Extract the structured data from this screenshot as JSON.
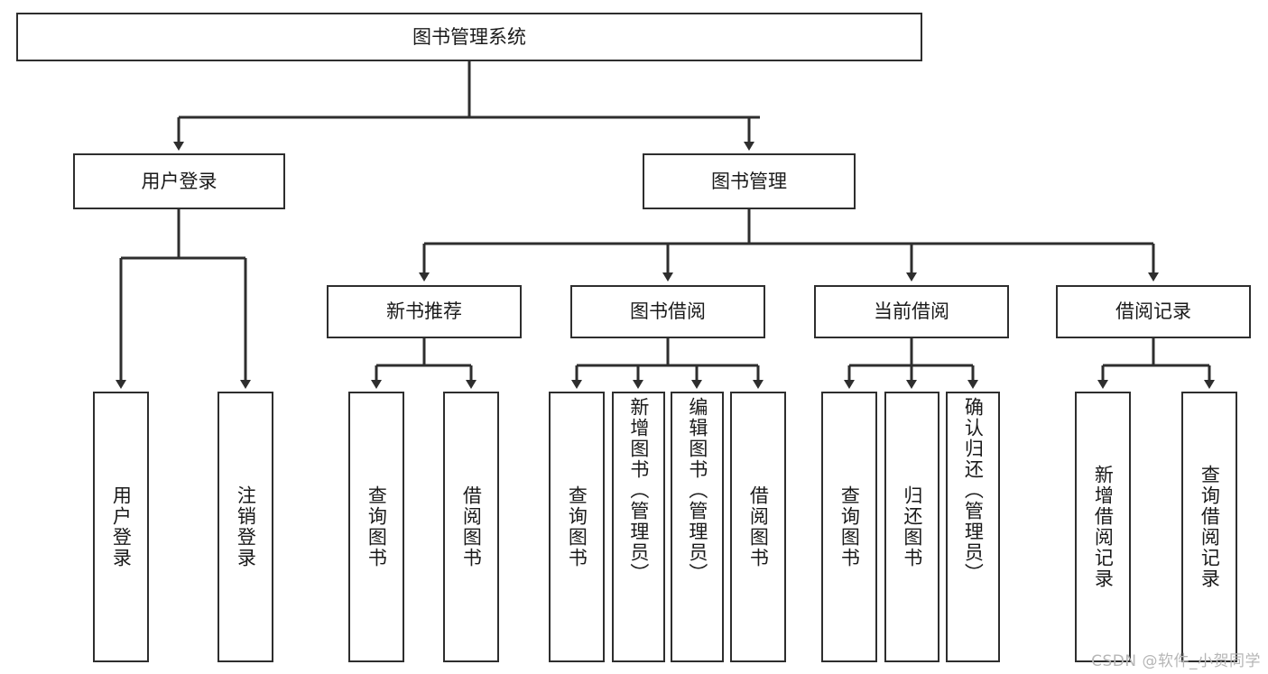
{
  "diagram": {
    "title": "图书管理系统",
    "type": "tree",
    "watermark": "CSDN @软件_小贺同学",
    "colors": {
      "box_border": "#2e2e2e",
      "box_fill": "#ffffff",
      "connector": "#2e2e2e",
      "text": "#1a1a1a",
      "watermark": "#b6b6b6",
      "background": "#ffffff"
    },
    "levels": [
      {
        "level": 0,
        "nodes": [
          {
            "id": "root",
            "label": "图书管理系统",
            "orientation": "horizontal"
          }
        ]
      },
      {
        "level": 1,
        "nodes": [
          {
            "id": "user-login",
            "label": "用户登录",
            "orientation": "horizontal"
          },
          {
            "id": "book-manage",
            "label": "图书管理",
            "orientation": "horizontal"
          }
        ]
      },
      {
        "level": 2,
        "nodes": [
          {
            "id": "new-book-rec",
            "label": "新书推荐",
            "orientation": "horizontal"
          },
          {
            "id": "book-borrow",
            "label": "图书借阅",
            "orientation": "horizontal"
          },
          {
            "id": "current-borrow",
            "label": "当前借阅",
            "orientation": "horizontal"
          },
          {
            "id": "borrow-record",
            "label": "借阅记录",
            "orientation": "horizontal"
          }
        ]
      },
      {
        "level": 3,
        "nodes": [
          {
            "id": "leaf-user-login",
            "label": "用户登录",
            "orientation": "vertical",
            "parent": "user-login"
          },
          {
            "id": "leaf-logout",
            "label": "注销登录",
            "orientation": "vertical",
            "parent": "user-login"
          },
          {
            "id": "leaf-query-book-1",
            "label": "查询图书",
            "orientation": "vertical",
            "parent": "new-book-rec"
          },
          {
            "id": "leaf-borrow-book-1",
            "label": "借阅图书",
            "orientation": "vertical",
            "parent": "new-book-rec"
          },
          {
            "id": "leaf-query-book-2",
            "label": "查询图书",
            "orientation": "vertical",
            "parent": "book-borrow"
          },
          {
            "id": "leaf-add-book",
            "label": "新增图书（管理员）",
            "orientation": "vertical",
            "parent": "book-borrow"
          },
          {
            "id": "leaf-edit-book",
            "label": "编辑图书（管理员）",
            "orientation": "vertical",
            "parent": "book-borrow"
          },
          {
            "id": "leaf-borrow-book-2",
            "label": "借阅图书",
            "orientation": "vertical",
            "parent": "book-borrow"
          },
          {
            "id": "leaf-query-book-3",
            "label": "查询图书",
            "orientation": "vertical",
            "parent": "current-borrow"
          },
          {
            "id": "leaf-return-book",
            "label": "归还图书",
            "orientation": "vertical",
            "parent": "current-borrow"
          },
          {
            "id": "leaf-confirm-return",
            "label": "确认归还（管理员）",
            "orientation": "vertical",
            "parent": "current-borrow"
          },
          {
            "id": "leaf-add-record",
            "label": "新增借阅记录",
            "orientation": "vertical",
            "parent": "borrow-record"
          },
          {
            "id": "leaf-query-record",
            "label": "查询借阅记录",
            "orientation": "vertical",
            "parent": "borrow-record"
          }
        ]
      }
    ]
  }
}
